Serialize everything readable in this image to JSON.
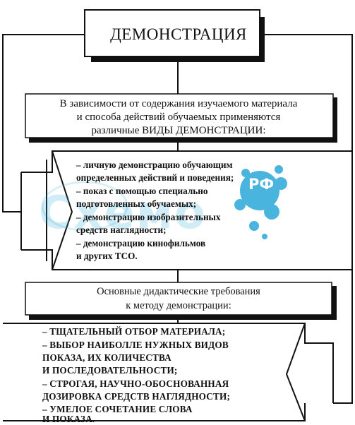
{
  "title": "ДЕМОНСТРАЦИЯ",
  "intro": {
    "line1": "В зависимости от содержания изучаемого материала",
    "line2": "и способа действий обучаемых применяются",
    "line3": "различные ВИДЫ ДЕМОНСТРАЦИИ:"
  },
  "types": [
    "– личную демонстрацию обучающим",
    "определенных действий и поведения;",
    "– показ с помощью специально",
    "подготовленных обучаемых;",
    "– демонстрацию изобразительных",
    "средств наглядности;",
    "– демонстрацию кинофильмов",
    "и других ТСО."
  ],
  "requirements_header": {
    "line1": "Основные дидактические требования",
    "line2": "к методу демонстрации:"
  },
  "requirements": [
    "– ТЩАТЕЛЬНЫЙ ОТБОР МАТЕРИАЛА;",
    "– ВЫБОР НАИБОЛЛЕ НУЖНЫХ ВИДОВ",
    "ПОКАЗА, ИХ КОЛИЧЕСТВА",
    "И ПОСЛЕДОВАТЕЛЬНОСТИ;",
    "– СТРОГАЯ, НАУЧНО-ОБОСНОВАННАЯ",
    "ДОЗИРОВКА СРЕДСТВ НАГЛЯДНОСТИ;",
    "– УМЕЛОЕ СОЧЕТАНИЕ СЛОВА",
    "И ПОКАЗА."
  ],
  "watermark": {
    "text": "Схемо",
    "badge": "РФ",
    "color": "#2aa8d8"
  }
}
